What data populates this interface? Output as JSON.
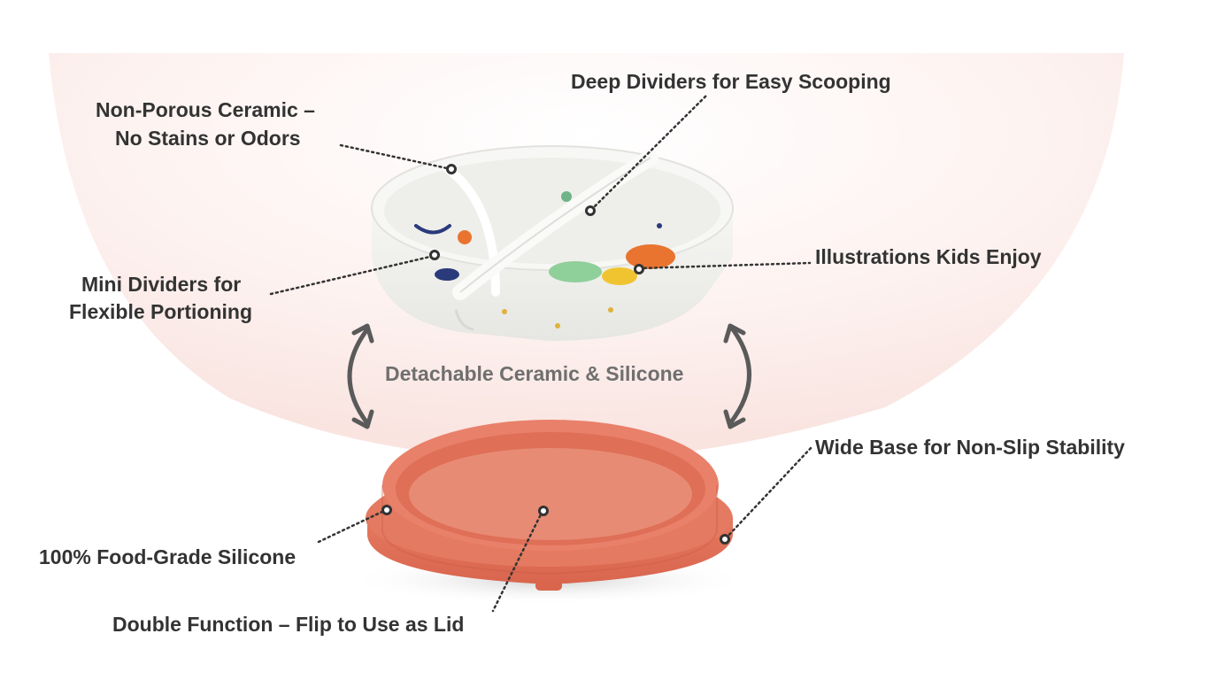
{
  "colors": {
    "label_text": "#333333",
    "center_label_text": "#6f6f6f",
    "glow": "#fbe9e7",
    "silicone": "#e7785f",
    "silicone_dark": "#c85a44",
    "ceramic": "#f4f4f4",
    "leader_line": "#333333"
  },
  "features": {
    "non_porous_line1": "Non-Porous Ceramic –",
    "non_porous_line2": "No Stains or Odors",
    "deep_dividers": "Deep Dividers for Easy Scooping",
    "illustrations": "Illustrations Kids Enjoy",
    "mini_dividers_line1": "Mini Dividers for",
    "mini_dividers_line2": "Flexible Portioning",
    "wide_base": "Wide Base for Non-Slip Stability",
    "food_grade": "100% Food-Grade Silicone",
    "double_function": "Double Function – Flip to Use as Lid"
  },
  "center": {
    "detachable": "Detachable Ceramic & Silicone"
  }
}
